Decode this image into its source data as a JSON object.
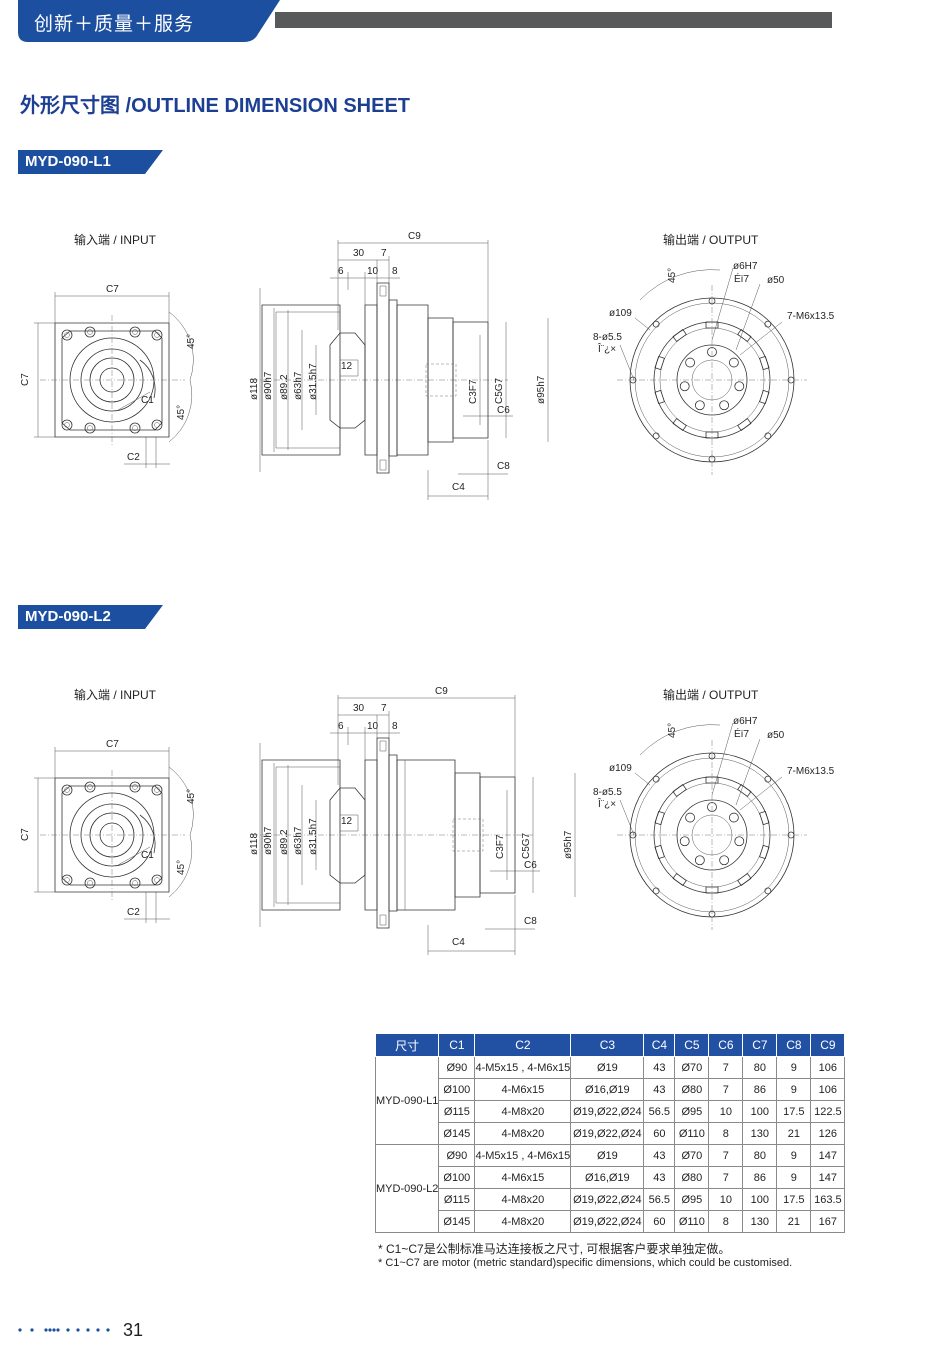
{
  "header": {
    "title": "创新＋质量＋服务",
    "color": "#1c4fa0"
  },
  "main_title": "外形尺寸图 /OUTLINE DIMENSION SHEET",
  "sections": [
    {
      "model": "MYD-090-L1",
      "input_label": "输入端 / INPUT",
      "output_label": "输出端 / OUTPUT",
      "input_dims": [
        "C7",
        "C7",
        "C1",
        "C2",
        "45°",
        "45°"
      ],
      "side_dims": [
        "C9",
        "30",
        "7",
        "6",
        "10",
        "8",
        "ø118",
        "ø90h7",
        "ø89.2",
        "ø63h7",
        "ø31.5h7",
        "12",
        "C3F7",
        "C5G7",
        "ø95h7",
        "C6",
        "C8",
        "C4"
      ],
      "output_dims": [
        "45°",
        "ø6H7",
        "Éï7",
        "ø50",
        "ø109",
        "7-M6x13.5",
        "8-ø5.5",
        "Î¨¿×"
      ]
    },
    {
      "model": "MYD-090-L2",
      "input_label": "输入端 / INPUT",
      "output_label": "输出端 / OUTPUT",
      "input_dims": [
        "C7",
        "C7",
        "C1",
        "C2",
        "45°",
        "45°"
      ],
      "side_dims": [
        "C9",
        "30",
        "7",
        "6",
        "10",
        "8",
        "ø118",
        "ø90h7",
        "ø89.2",
        "ø63h7",
        "ø31.5h7",
        "12",
        "C3F7",
        "C5G7",
        "ø95h7",
        "C6",
        "C8",
        "C4"
      ],
      "output_dims": [
        "45°",
        "ø6H7",
        "Éï7",
        "ø50",
        "ø109",
        "7-M6x13.5",
        "8-ø5.5",
        "Î¨¿×"
      ]
    }
  ],
  "table": {
    "headers": [
      "尺寸",
      "C1",
      "C2",
      "C3",
      "C4",
      "C5",
      "C6",
      "C7",
      "C8",
      "C9"
    ],
    "groups": [
      {
        "model": "MYD-090-L1",
        "rows": [
          [
            "Ø90",
            "4-M5x15 , 4-M6x15",
            "Ø19",
            "43",
            "Ø70",
            "7",
            "80",
            "9",
            "106"
          ],
          [
            "Ø100",
            "4-M6x15",
            "Ø16,Ø19",
            "43",
            "Ø80",
            "7",
            "86",
            "9",
            "106"
          ],
          [
            "Ø115",
            "4-M8x20",
            "Ø19,Ø22,Ø24",
            "56.5",
            "Ø95",
            "10",
            "100",
            "17.5",
            "122.5"
          ],
          [
            "Ø145",
            "4-M8x20",
            "Ø19,Ø22,Ø24",
            "60",
            "Ø110",
            "8",
            "130",
            "21",
            "126"
          ]
        ]
      },
      {
        "model": "MYD-090-L2",
        "rows": [
          [
            "Ø90",
            "4-M5x15 , 4-M6x15",
            "Ø19",
            "43",
            "Ø70",
            "7",
            "80",
            "9",
            "147"
          ],
          [
            "Ø100",
            "4-M6x15",
            "Ø16,Ø19",
            "43",
            "Ø80",
            "7",
            "86",
            "9",
            "147"
          ],
          [
            "Ø115",
            "4-M8x20",
            "Ø19,Ø22,Ø24",
            "56.5",
            "Ø95",
            "10",
            "100",
            "17.5",
            "163.5"
          ],
          [
            "Ø145",
            "4-M8x20",
            "Ø19,Ø22,Ø24",
            "60",
            "Ø110",
            "8",
            "130",
            "21",
            "167"
          ]
        ]
      }
    ]
  },
  "notes": {
    "cn": "* C1~C7是公制标准马达连接板之尺寸, 可根据客户要求单独定做。",
    "en": "* C1~C7 are motor (metric standard)specific dimensions, which could be customised."
  },
  "page_number": "31",
  "accent_color": "#2251a3"
}
